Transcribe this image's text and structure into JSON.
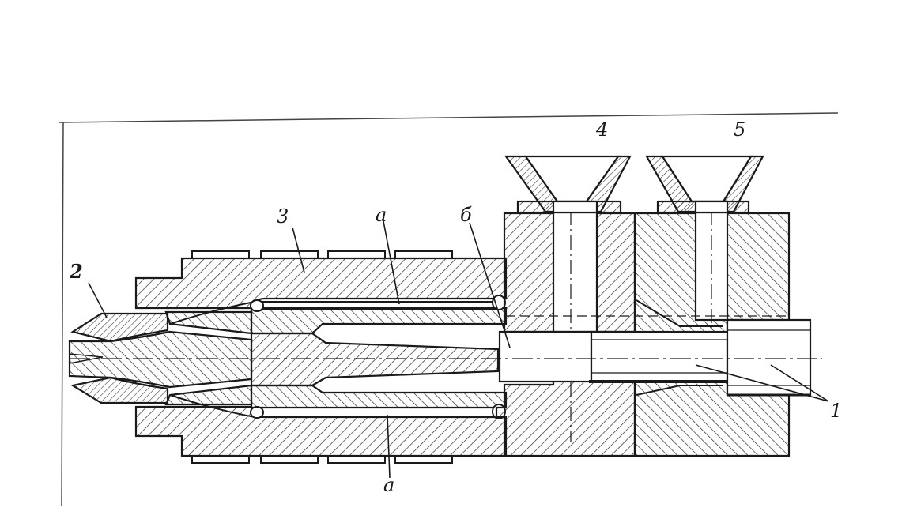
{
  "diagram": {
    "labels": {
      "l1": "1",
      "l2": "2",
      "l3": "3",
      "l4": "4",
      "l5": "5",
      "la_top": "а",
      "la_bottom": "а",
      "lb": "б"
    },
    "colors": {
      "ink": "#1a1a1a",
      "paper": "#ffffff",
      "hatch": "#2b2b2b"
    }
  }
}
